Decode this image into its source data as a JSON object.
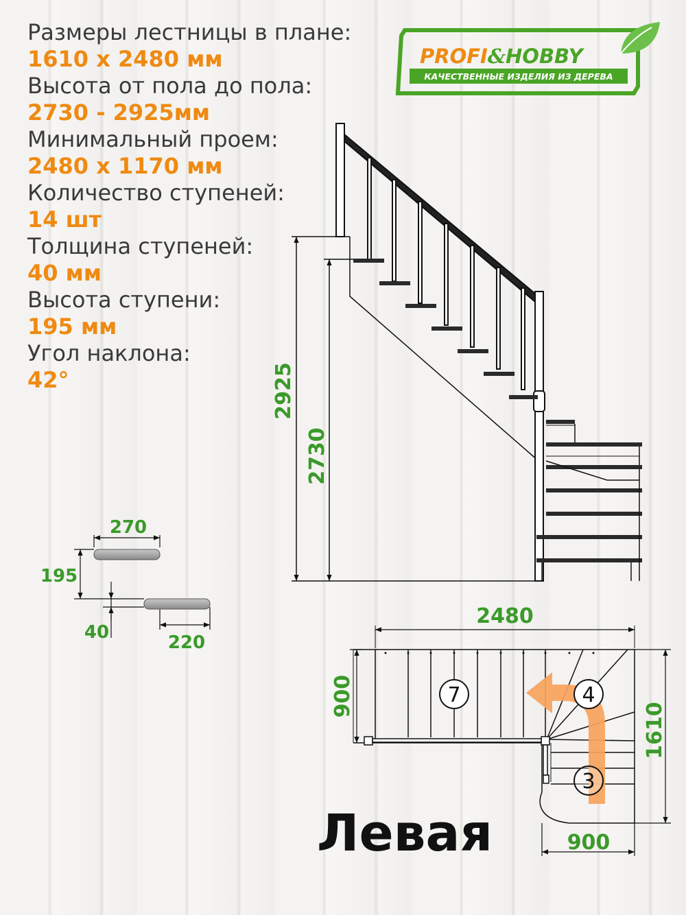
{
  "specs": [
    {
      "label": "Размеры лестницы в плане:",
      "value": "1610 x 2480 мм"
    },
    {
      "label": "Высота от пола до пола:",
      "value": "2730 - 2925мм"
    },
    {
      "label": "Минимальный проем:",
      "value": "2480 x 1170 мм"
    },
    {
      "label": "Количество ступеней:",
      "value": "14 шт"
    },
    {
      "label": "Толщина ступеней:",
      "value": "40 мм"
    },
    {
      "label": "Высота ступени:",
      "value": "195 мм"
    },
    {
      "label": "Угол наклона:",
      "value": "42°"
    }
  ],
  "logo": {
    "brand_left": "PROFI",
    "brand_amp": "&",
    "brand_right": "HOBBY",
    "tagline": "КАЧЕСТВЕННЫЕ ИЗДЕЛИЯ ИЗ ДЕРЕВА"
  },
  "dimensions": {
    "height_max": "2925",
    "height_min": "2730",
    "tread_depth": "270",
    "step_height": "195",
    "tread_thickness": "40",
    "tread_going": "220",
    "plan_length": "2480",
    "plan_upper_width": "900",
    "plan_total_width": "1610",
    "plan_lower_width": "900"
  },
  "plan_labels": {
    "straight_steps": "7",
    "winder_steps": "4",
    "lower_steps": "3"
  },
  "variant": "Левая",
  "colors": {
    "dimension_green": "#3a9a2a",
    "value_orange": "#ef8a12",
    "arrow_orange": "#f7a35c",
    "logo_green": "#4aa526"
  }
}
